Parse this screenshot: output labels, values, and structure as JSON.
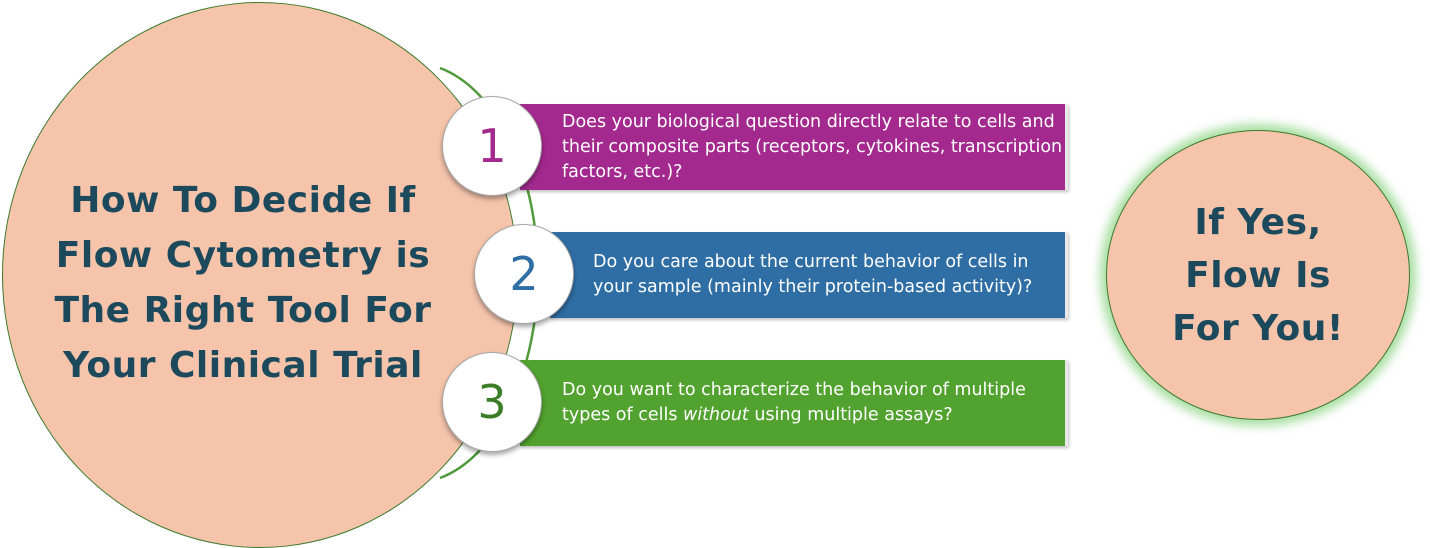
{
  "title": {
    "lines": [
      "How To Decide If",
      "Flow Cytometry is",
      "The Right Tool For",
      "Your Clinical Trial"
    ]
  },
  "steps": [
    {
      "number": "1",
      "text": "Does your biological question directly relate to cells and their composite parts (receptors, cytokines, transcription factors, etc.)?",
      "color": "#a3298e"
    },
    {
      "number": "2",
      "text": "Do you care about the current behavior of cells in your sample (mainly their protein-based activity)?",
      "color": "#2f6ea4"
    },
    {
      "number": "3",
      "text_before": "Do you want to characterize the behavior of multiple types of cells ",
      "text_emphasis": "without",
      "text_after": " using multiple assays?",
      "color": "#52a22f"
    }
  ],
  "conclusion": {
    "lines": [
      "If Yes,",
      "Flow Is",
      "For You!"
    ]
  },
  "colors": {
    "circle_fill": "#f5c4ab",
    "title_text": "#1c4a5c",
    "accent_green": "#3c7a2c"
  }
}
